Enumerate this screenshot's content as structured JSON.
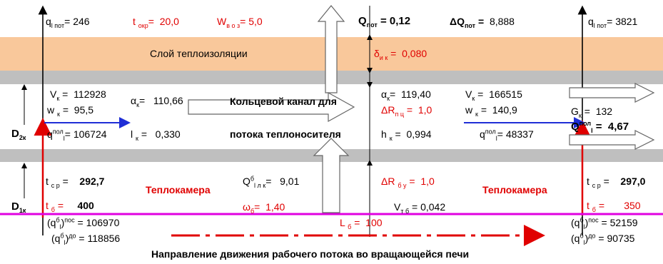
{
  "colors": {
    "insulation": "#f9c89b",
    "gray_band": "#bfbfbf",
    "red": "#e00000",
    "magenta": "#e000e0",
    "blue": "#1f2ed6"
  },
  "top": {
    "q_left": "246",
    "t_okr": "20,0",
    "w_voz": "5,0",
    "q_pot": "0,12",
    "dq_pot": "8,888",
    "q_right": "3821"
  },
  "insulation": {
    "title": "Слой  теплоизоляции",
    "delta_label": "δ",
    "delta_sub": "и к",
    "delta_value": "0,080"
  },
  "channel": {
    "v_k_left": "112928",
    "w_k_left": "95,5",
    "q_pol_left": "106724",
    "alpha_left": "110,66",
    "l_k": "0,330",
    "title_line1": "Кольцевой канал для",
    "title_line2": "потока теплоносителя",
    "alpha_right": "119,40",
    "dr_pc": "1,0",
    "h_k": "0,994",
    "v_k_right": "166515",
    "w_k_right": "140,9",
    "q_pol_right": "48337",
    "g_k": "132",
    "q_pol_total": "4,67",
    "d2k": "D",
    "d2k_sub": "2к"
  },
  "chamber": {
    "t_cp_left": "292,7",
    "t_b_left": "400",
    "label_left": "Теплокамера",
    "q_lk": "9,01",
    "omega_b": "1,40",
    "dr_by": "1,0",
    "v_tb": "0,042",
    "label_right": "Теплокамера",
    "t_cp_right": "297,0",
    "t_b_right": "350",
    "l_b": "100",
    "d1k": "D",
    "d1k_sub": "1к"
  },
  "bottom": {
    "q_pos_left": "106970",
    "q_do_left": "118856",
    "q_pos_right": "52159",
    "q_do_right": "90735",
    "direction_caption": "Направление  движения  рабочего  потока  во  вращающейся  печи"
  }
}
